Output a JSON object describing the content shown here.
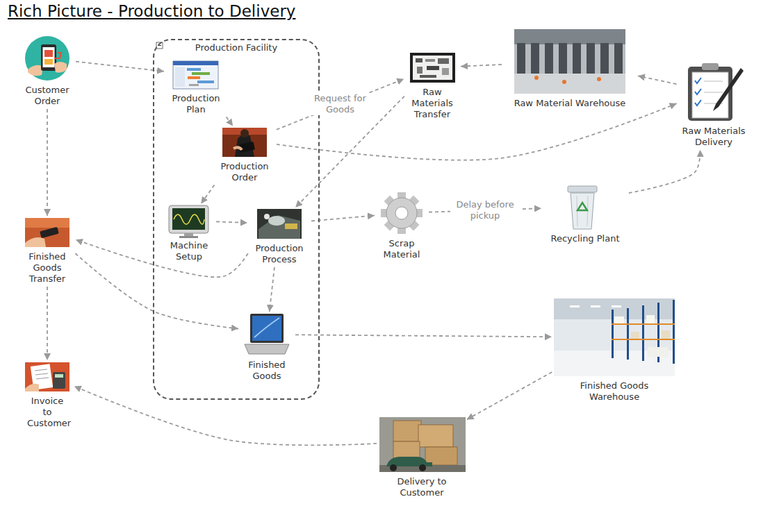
{
  "diagram": {
    "title": "Rich Picture - Production to Delivery",
    "nodes": [
      {
        "text": [
          "Customer Order"
        ]
      },
      {
        "text": [
          "Production Facility"
        ]
      },
      {
        "text": [
          "Production Plan"
        ],
        "in": 1
      },
      {
        "text": [
          "Production Order"
        ],
        "in": 1
      },
      {
        "text": [
          "Machine Setup"
        ],
        "in": 1
      },
      {
        "text": [
          "Production Process"
        ],
        "in": 1
      },
      {
        "text": [
          "Finished Goods"
        ],
        "in": 1
      },
      {
        "text": [
          "Raw Materials Transfer"
        ]
      },
      {
        "text": [
          "Raw Material Warehouse"
        ]
      },
      {
        "text": [
          "Raw Materials Delivery"
        ]
      },
      {
        "text": [
          "Scrap Material"
        ]
      },
      {
        "text": [
          "Recycling Plant"
        ]
      },
      {
        "text": [
          "Finished Goods Transfer"
        ]
      },
      {
        "text": [
          "Invoice to Customer"
        ]
      },
      {
        "text": [
          "Finished Goods Warehouse"
        ]
      },
      {
        "text": [
          "Delivery to Customer"
        ]
      }
    ],
    "edges": [
      {
        "from": 0,
        "to": 2,
        "arrow": "to"
      },
      {
        "from": 0,
        "to": 12,
        "arrow": "to"
      },
      {
        "from": 2,
        "to": 3,
        "arrow": "to"
      },
      {
        "from": 3,
        "to": 7,
        "label": "Request for Goods",
        "arrow": "to"
      },
      {
        "from": 3,
        "to": 9,
        "arrow": "to"
      },
      {
        "from": 3,
        "to": 4,
        "arrow": "to"
      },
      {
        "from": 4,
        "to": 5,
        "arrow": "to"
      },
      {
        "from": 7,
        "to": 5,
        "arrow": "to"
      },
      {
        "from": 8,
        "to": 7,
        "arrow": "to"
      },
      {
        "from": 9,
        "to": 8,
        "arrow": "to"
      },
      {
        "from": 11,
        "to": 9,
        "arrow": "to"
      },
      {
        "from": 5,
        "to": 10,
        "arrow": "to"
      },
      {
        "from": 10,
        "to": 11,
        "label": "Delay before pickup",
        "arrow": "to"
      },
      {
        "from": 5,
        "to": 12,
        "arrow": "to"
      },
      {
        "from": 5,
        "to": 6,
        "arrow": "to"
      },
      {
        "from": 12,
        "to": 6,
        "arrow": "to"
      },
      {
        "from": 12,
        "to": 13,
        "arrow": "to"
      },
      {
        "from": 6,
        "to": 14,
        "arrow": "to"
      },
      {
        "from": 14,
        "to": 15,
        "arrow": "to"
      },
      {
        "from": 15,
        "to": 13,
        "arrow": "to"
      }
    ]
  }
}
